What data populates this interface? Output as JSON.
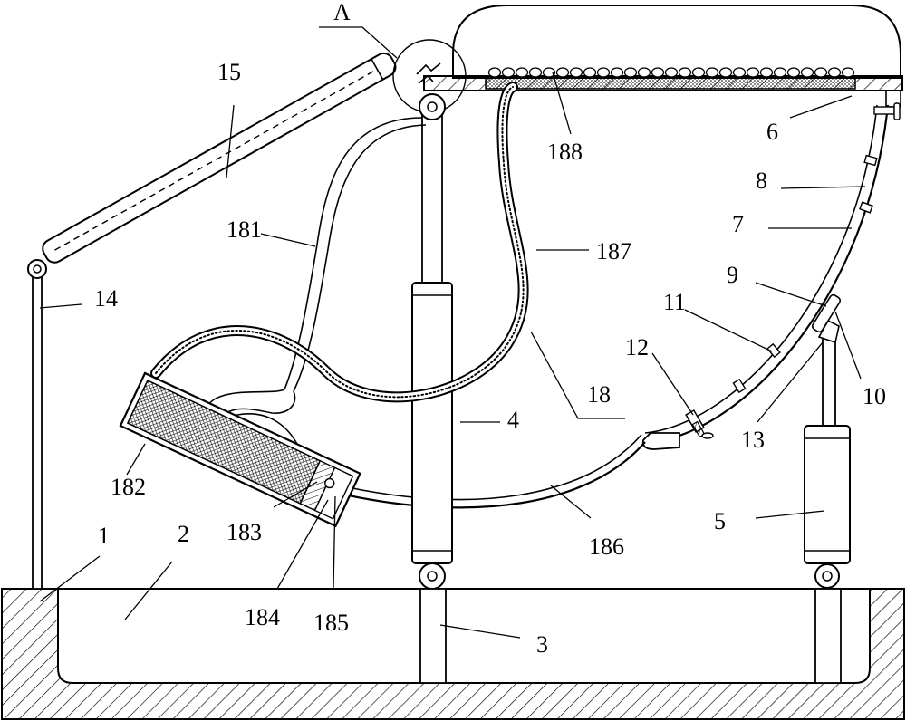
{
  "labels": {
    "A": "A",
    "n1": "1",
    "n2": "2",
    "n3": "3",
    "n4": "4",
    "n5": "5",
    "n6": "6",
    "n7": "7",
    "n8": "8",
    "n9": "9",
    "n10": "10",
    "n11": "11",
    "n12": "12",
    "n13": "13",
    "n14": "14",
    "n15": "15",
    "n18": "18",
    "n181": "181",
    "n182": "182",
    "n183": "183",
    "n184": "184",
    "n185": "185",
    "n186": "186",
    "n187": "187",
    "n188": "188"
  },
  "colors": {
    "line": "#000000",
    "background": "#ffffff"
  }
}
